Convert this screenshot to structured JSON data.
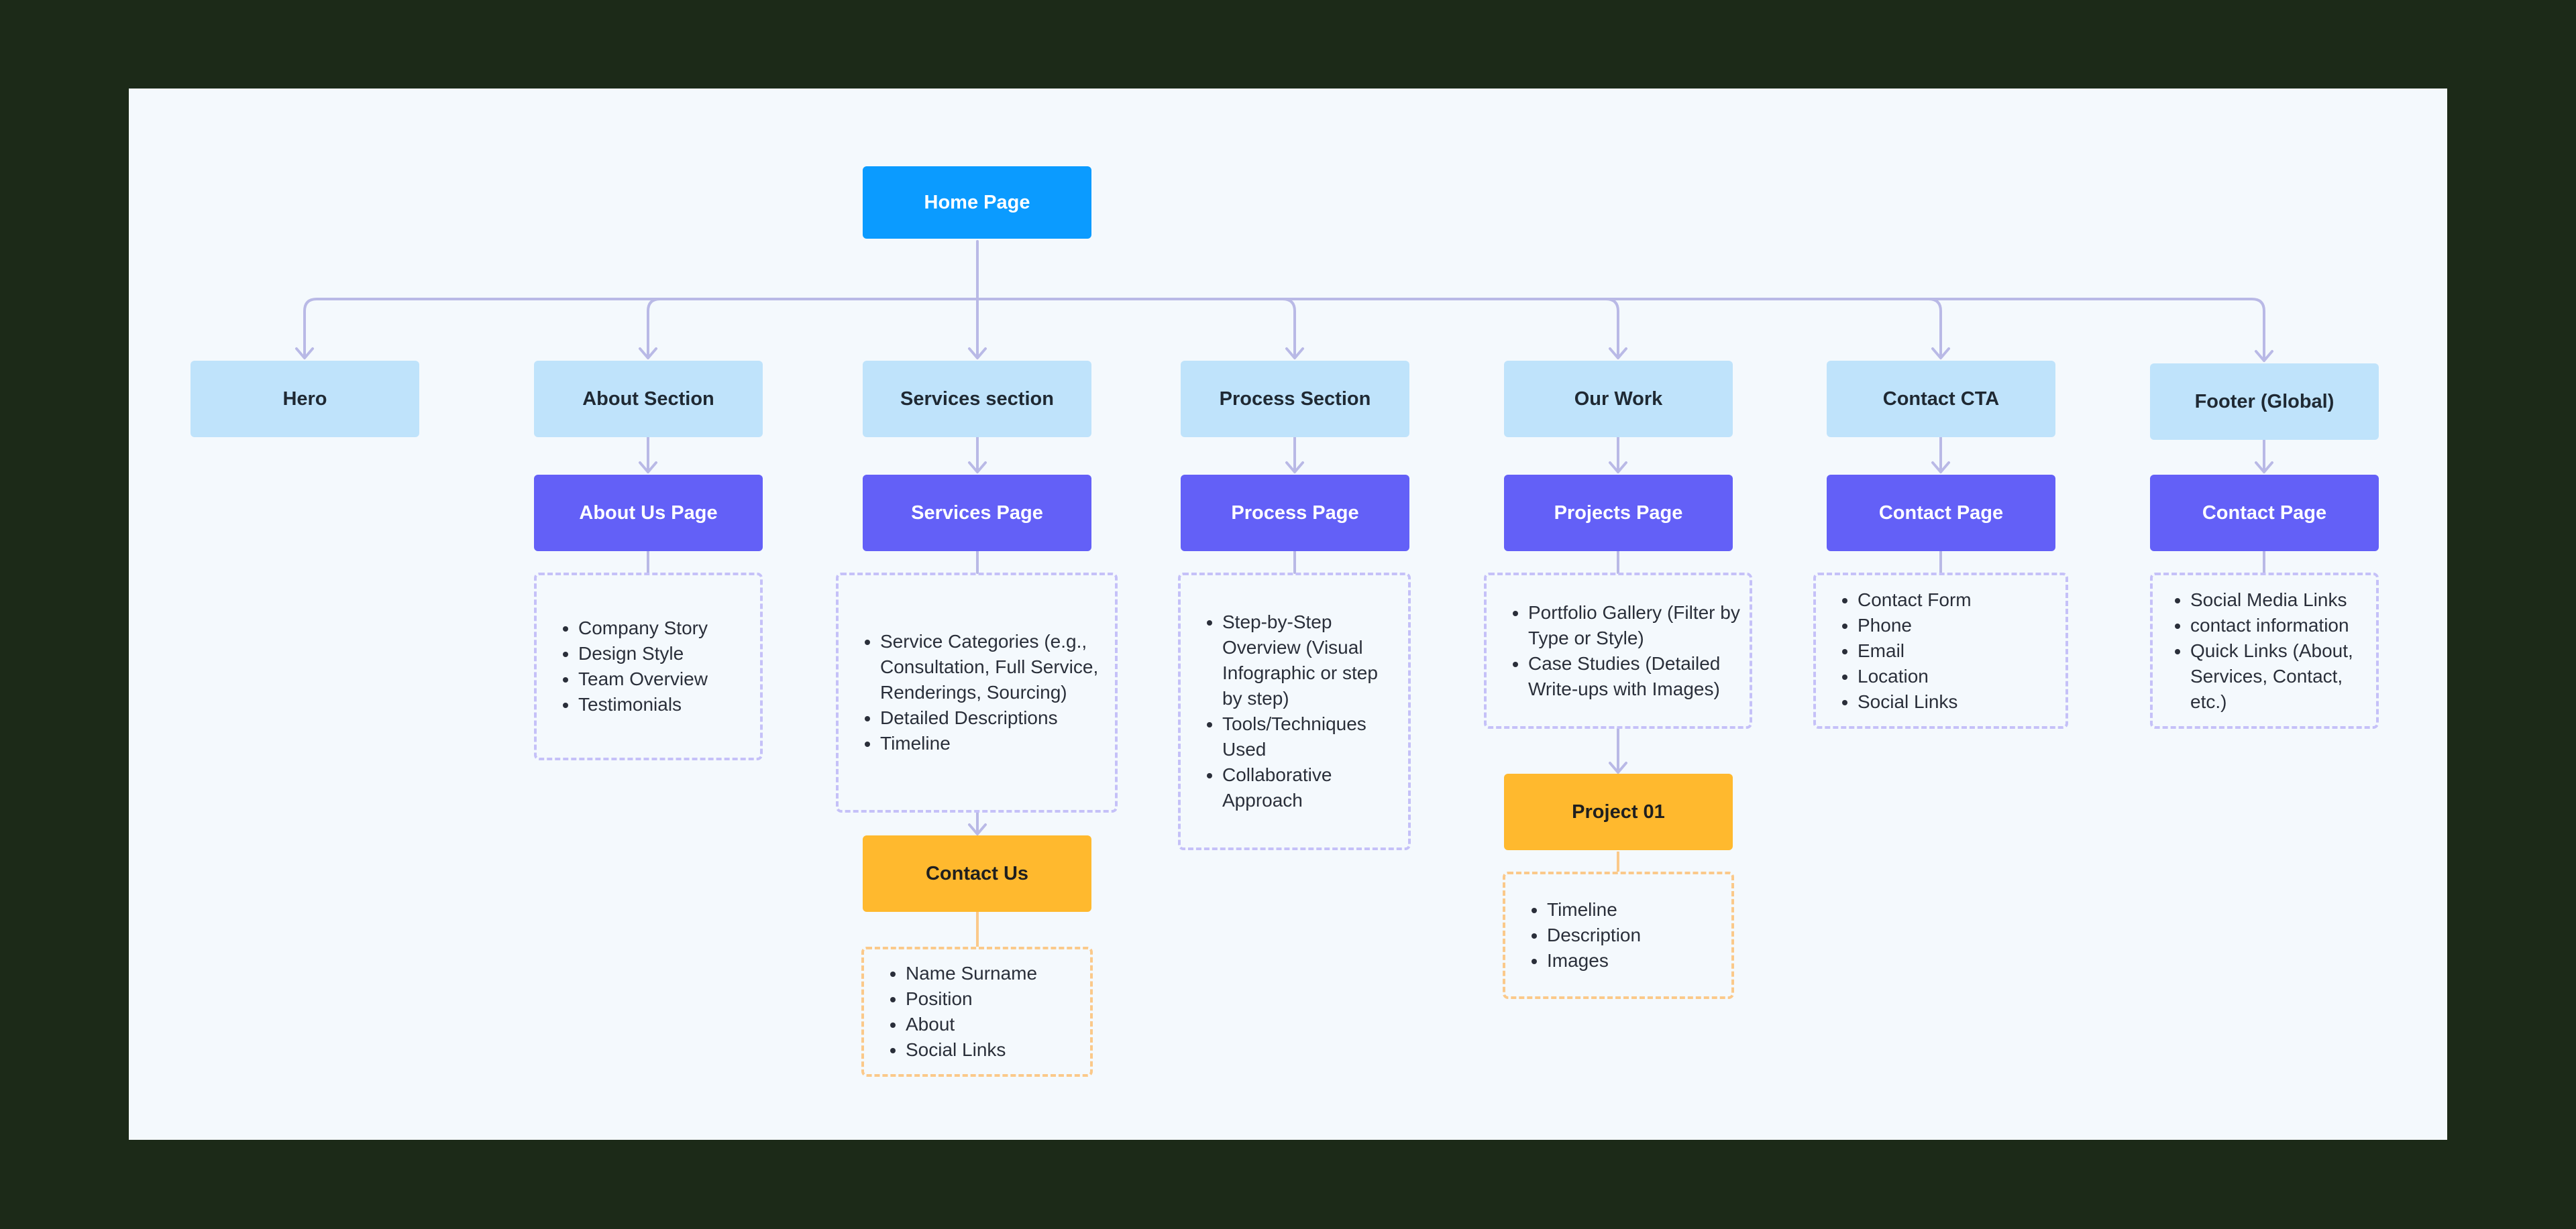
{
  "colors": {
    "background": "#1c2a18",
    "canvas": "#f4f9fd",
    "home": "#0b9bff",
    "section": "#bfe3fb",
    "page": "#6360f7",
    "accent_yellow": "#ffb92e",
    "connector": "#b9b9e6",
    "list_border": "#c5c1f8",
    "list_border_orange": "#fbc98a"
  },
  "home": {
    "label": "Home Page"
  },
  "sections": {
    "hero": "Hero",
    "about": "About Section",
    "services": "Services section",
    "process": "Process Section",
    "our_work": "Our Work",
    "contact_cta": "Contact CTA",
    "footer": "Footer (Global)"
  },
  "pages": {
    "about": "About Us Page",
    "services": "Services Page",
    "process": "Process Page",
    "projects": "Projects Page",
    "contact": "Contact Page",
    "footer_contact": "Contact Page"
  },
  "subpages": {
    "contact_us": "Contact Us",
    "project_01": "Project 01"
  },
  "lists": {
    "about": [
      "Company Story",
      "Design Style",
      "Team Overview",
      "Testimonials"
    ],
    "services": [
      "Service Categories (e.g., Consultation, Full Service, Renderings, Sourcing)",
      "Detailed Descriptions",
      "Timeline"
    ],
    "process": [
      "Step-by-Step Overview (Visual Infographic or step by step)",
      "Tools/Techniques Used",
      "Collaborative Approach"
    ],
    "projects": [
      "Portfolio Gallery (Filter by Type or Style)",
      "Case Studies (Detailed Write-ups with Images)"
    ],
    "contact": [
      "Contact Form",
      "Phone",
      "Email",
      "Location",
      "Social Links"
    ],
    "footer": [
      "Social Media Links",
      "contact information",
      "Quick Links (About, Services, Contact, etc.)"
    ],
    "contact_us": [
      "Name Surname",
      "Position",
      "About",
      "Social Links"
    ],
    "project_01": [
      "Timeline",
      "Description",
      "Images"
    ]
  }
}
